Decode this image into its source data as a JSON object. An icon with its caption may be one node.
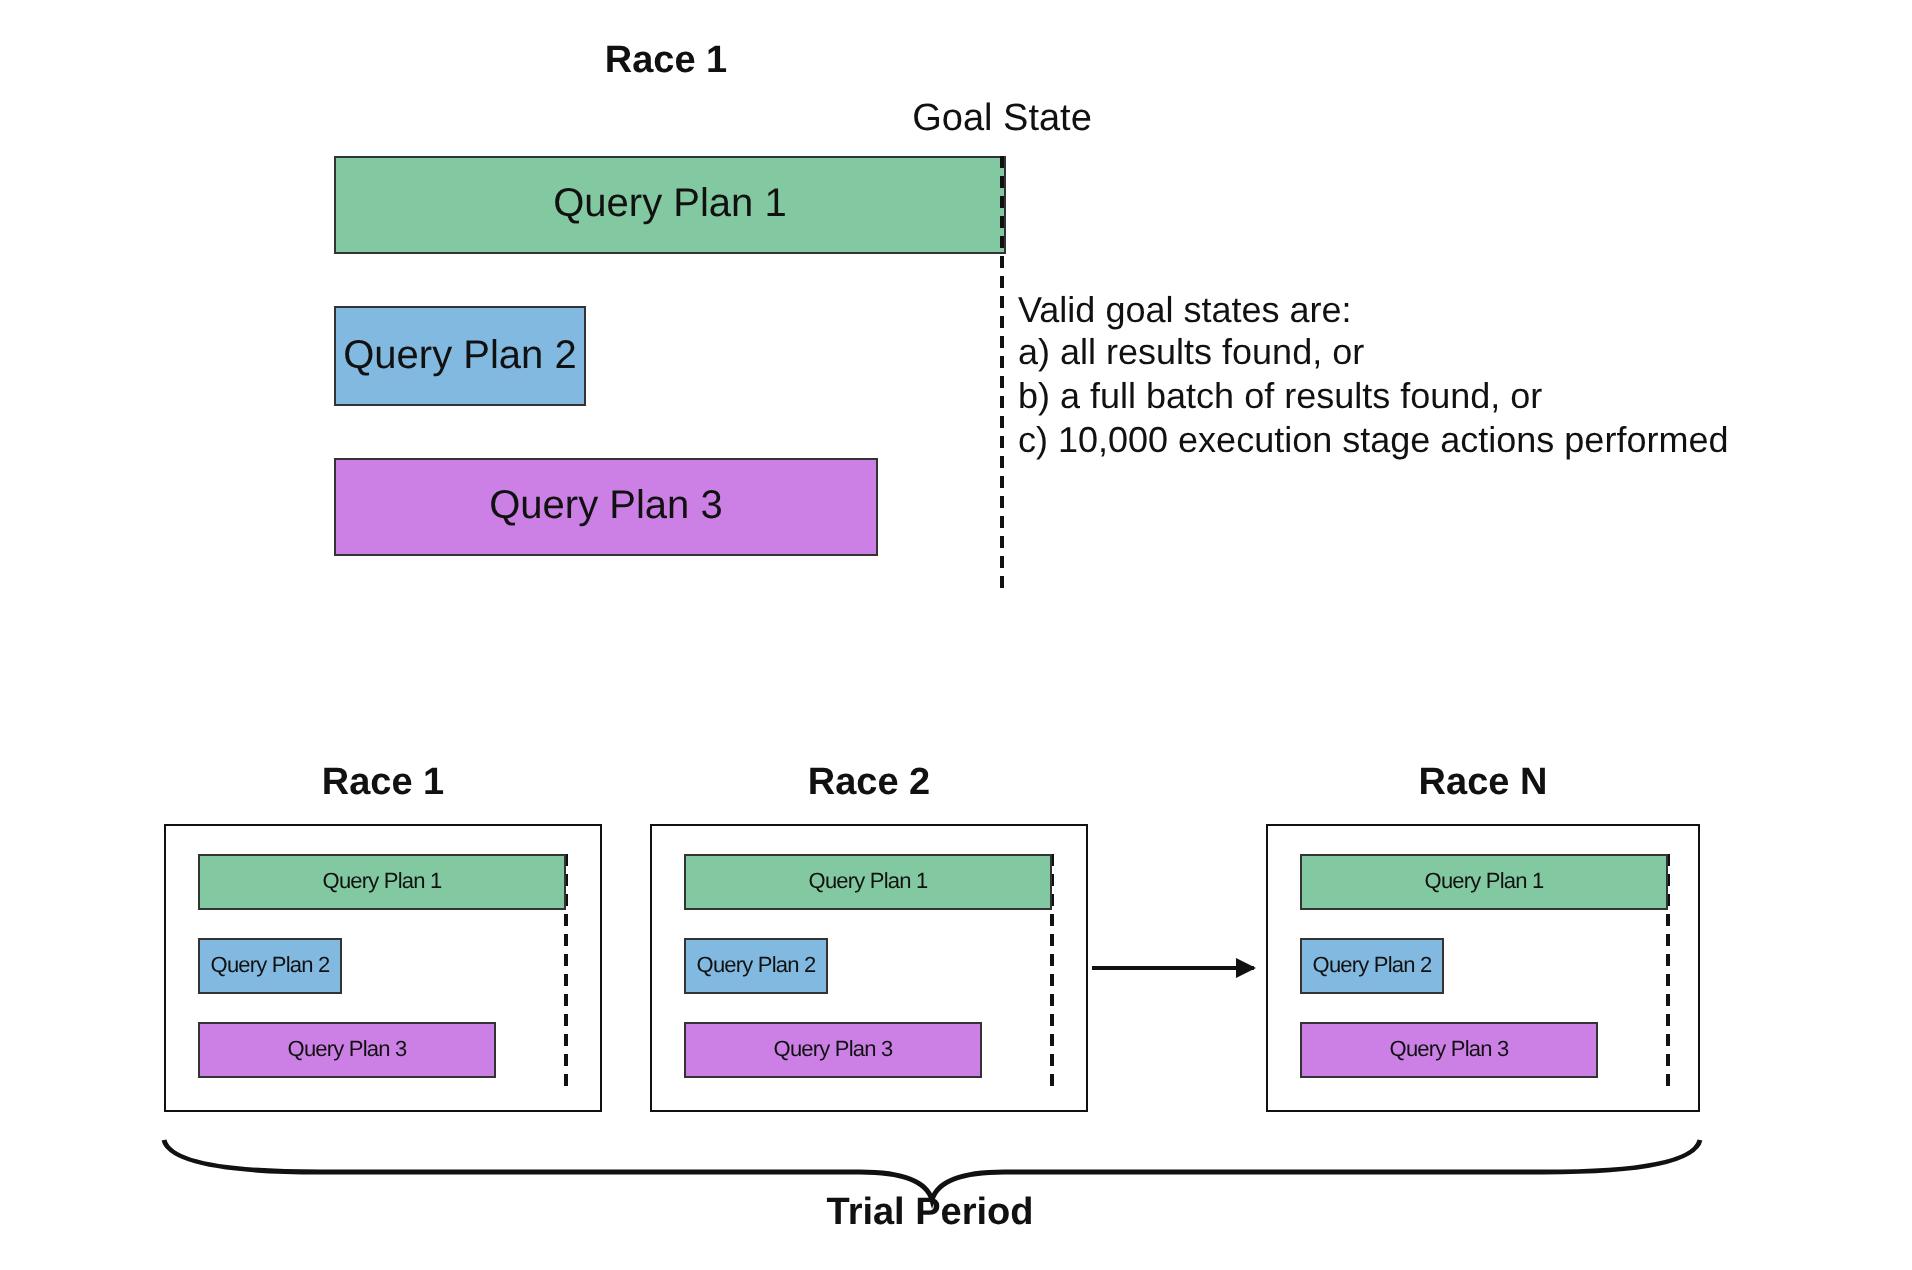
{
  "diagram": {
    "nodes": [
      {
        "text": [
          "Query Plan 1"
        ]
      },
      {
        "text": [
          "Query Plan 2"
        ]
      },
      {
        "text": [
          "Query Plan 3"
        ]
      },
      {
        "text": [
          "Race 1"
        ]
      },
      {
        "text": [
          "Query Plan 1"
        ],
        "in": 3
      },
      {
        "text": [
          "Query Plan 2"
        ],
        "in": 3
      },
      {
        "text": [
          "Query Plan 3"
        ],
        "in": 3
      },
      {
        "text": [
          "Race 2"
        ]
      },
      {
        "text": [
          "Query Plan 1"
        ],
        "in": 7
      },
      {
        "text": [
          "Query Plan 2"
        ],
        "in": 7
      },
      {
        "text": [
          "Query Plan 3"
        ],
        "in": 7
      },
      {
        "text": [
          "Race N"
        ]
      },
      {
        "text": [
          "Query Plan 1"
        ],
        "in": 11
      },
      {
        "text": [
          "Query Plan 2"
        ],
        "in": 11
      },
      {
        "text": [
          "Query Plan 3"
        ],
        "in": 11
      }
    ],
    "edges": [
      {
        "from": 7,
        "to": 11,
        "arrow": "to"
      }
    ],
    "labels": [
      "Race 1",
      "Goal State",
      "Valid goal states are:",
      "a) all results found, or",
      "b) a full batch of results found, or",
      "c) 10,000 execution stage actions performed",
      "Trial Period"
    ]
  }
}
